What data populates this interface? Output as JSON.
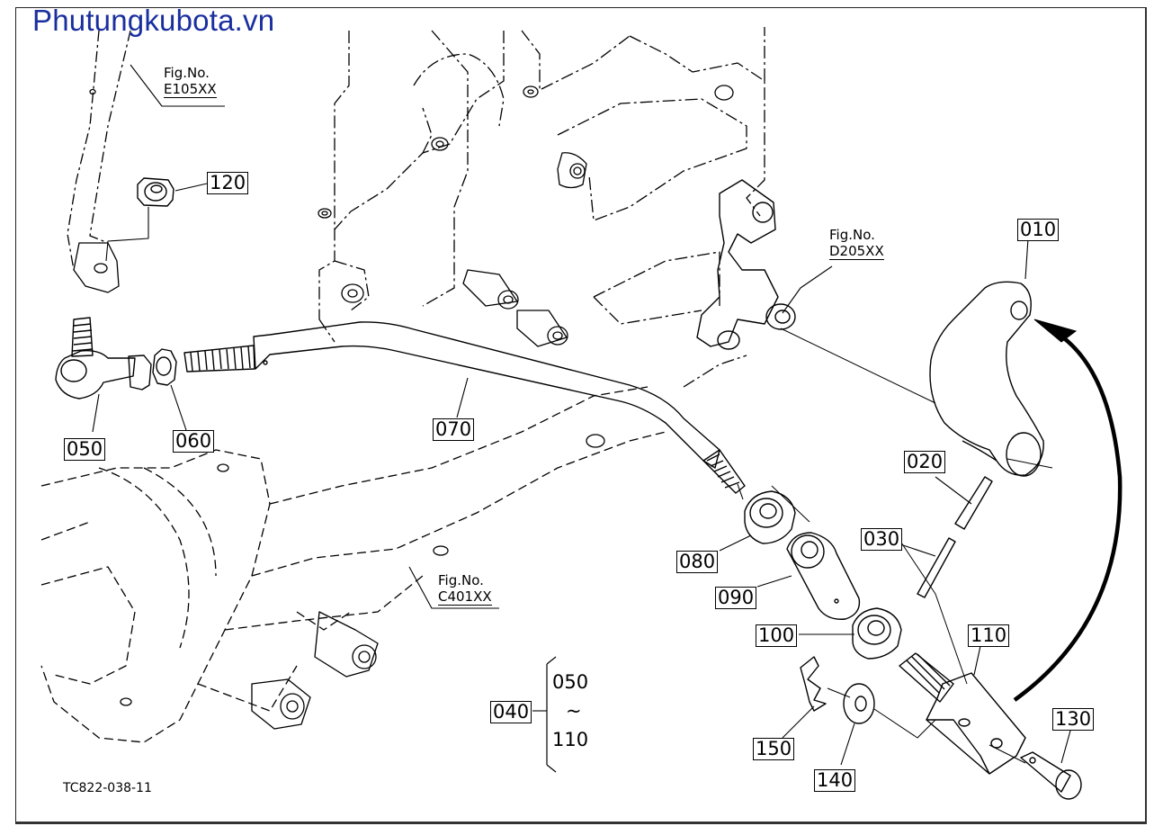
{
  "watermark": "Phutungkubota.vn",
  "drawing_code": "TC822-038-11",
  "figure_refs": [
    {
      "label": "Fig.No.",
      "code": "E105XX"
    },
    {
      "label": "Fig.No.",
      "code": "D205XX"
    },
    {
      "label": "Fig.No.",
      "code": "C401XX"
    }
  ],
  "part_labels": {
    "p010": "010",
    "p020": "020",
    "p030": "030",
    "p040": "040",
    "p050": "050",
    "p060": "060",
    "p070": "070",
    "p080": "080",
    "p090": "090",
    "p100": "100",
    "p110": "110",
    "p120": "120",
    "p130": "130",
    "p140": "140",
    "p150": "150"
  },
  "group_range": {
    "from": "050",
    "tilde": "~",
    "to": "110"
  }
}
